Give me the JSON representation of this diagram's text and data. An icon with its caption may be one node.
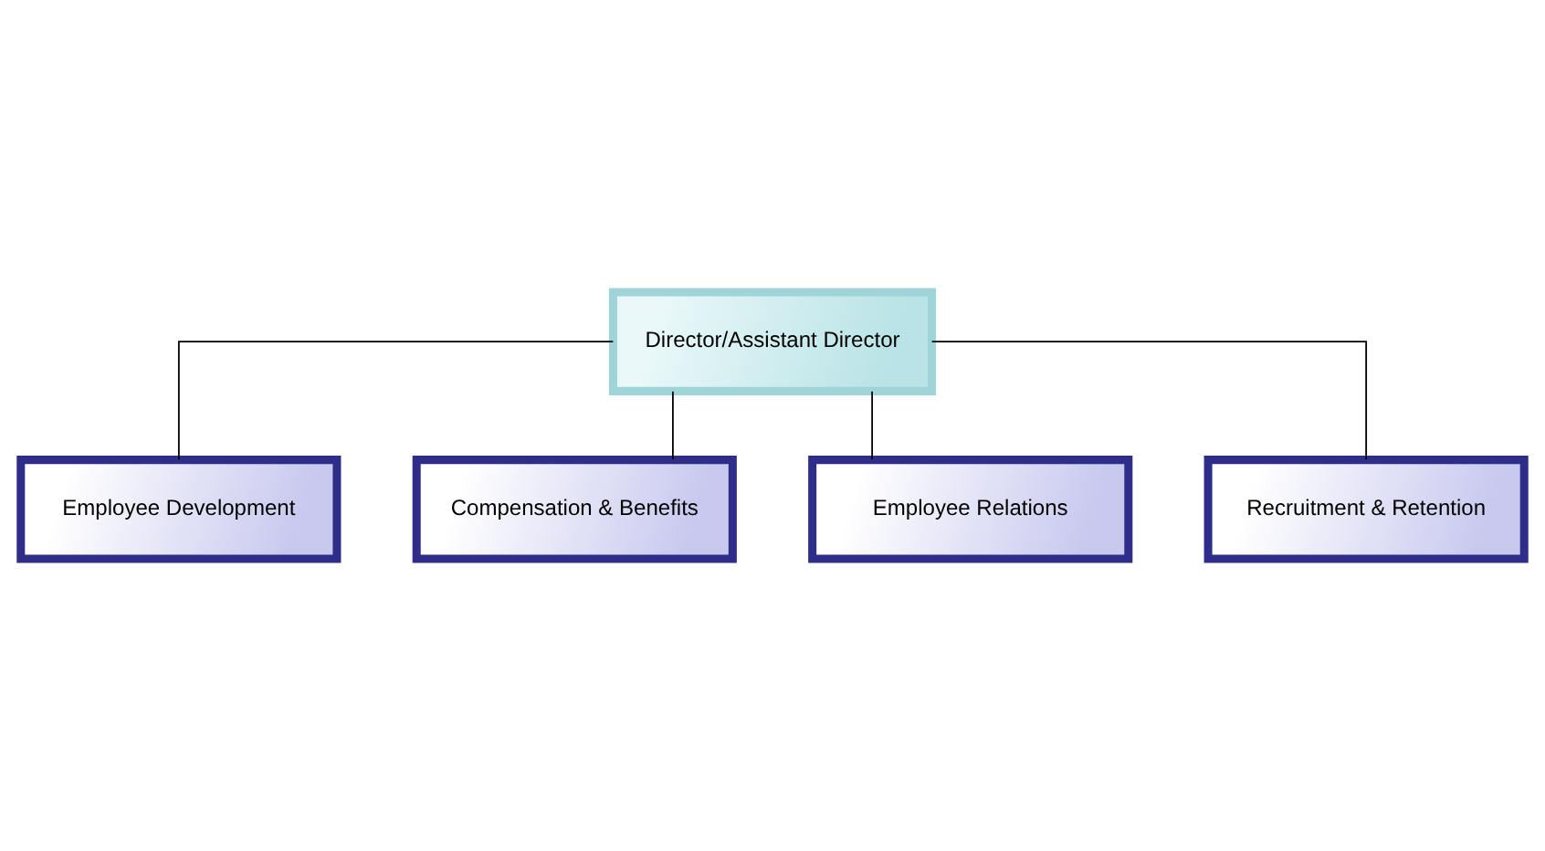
{
  "diagram": {
    "nodes": [
      {
        "text": [
          "Director/Assistant Director"
        ]
      },
      {
        "text": [
          "Employee Development"
        ]
      },
      {
        "text": [
          "Compensation & Benefits"
        ]
      },
      {
        "text": [
          "Employee Relations"
        ]
      },
      {
        "text": [
          "Recruitment & Retention"
        ]
      }
    ],
    "edges": [
      {
        "from": 0,
        "to": 1,
        "arrow": "none"
      },
      {
        "from": 0,
        "to": 2,
        "arrow": "none"
      },
      {
        "from": 0,
        "to": 3,
        "arrow": "none"
      },
      {
        "from": 0,
        "to": 4,
        "arrow": "none"
      }
    ]
  }
}
